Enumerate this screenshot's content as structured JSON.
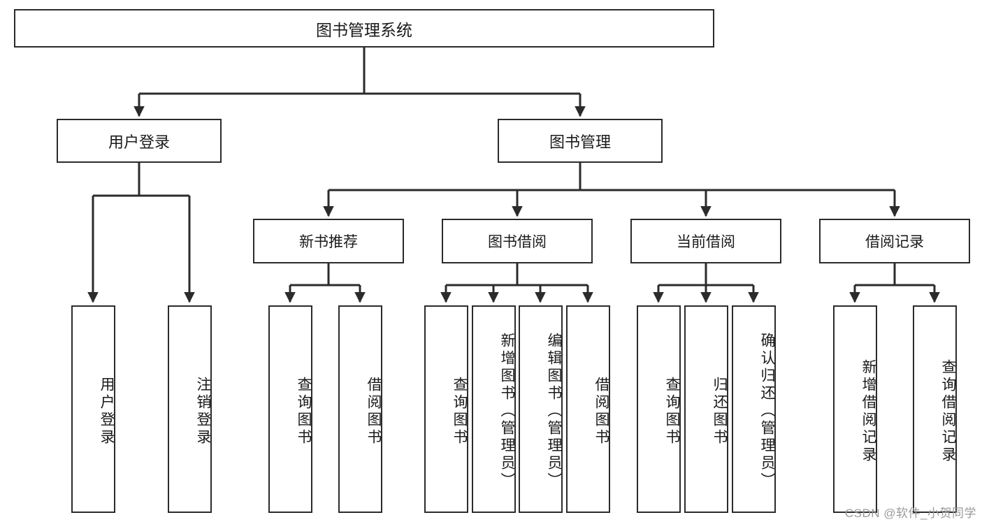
{
  "diagram": {
    "title": "图书管理系统",
    "type": "tree-hierarchy",
    "root": {
      "id": "root",
      "label": "图书管理系统"
    },
    "level2": [
      {
        "id": "user-login",
        "label": "用户登录"
      },
      {
        "id": "book-management",
        "label": "图书管理"
      }
    ],
    "level3": [
      {
        "id": "new-book-recommend",
        "label": "新书推荐",
        "parent": "book-management"
      },
      {
        "id": "book-borrow",
        "label": "图书借阅",
        "parent": "book-management"
      },
      {
        "id": "current-borrow",
        "label": "当前借阅",
        "parent": "book-management"
      },
      {
        "id": "borrow-record",
        "label": "借阅记录",
        "parent": "book-management"
      }
    ],
    "leaves": [
      {
        "id": "leaf-user-login",
        "label": "用户登录",
        "parent": "user-login"
      },
      {
        "id": "leaf-logout",
        "label": "注销登录",
        "parent": "user-login"
      },
      {
        "id": "leaf-query-book-1",
        "label": "查询图书",
        "parent": "new-book-recommend"
      },
      {
        "id": "leaf-borrow-book-1",
        "label": "借阅图书",
        "parent": "new-book-recommend"
      },
      {
        "id": "leaf-query-book-2",
        "label": "查询图书",
        "parent": "book-borrow"
      },
      {
        "id": "leaf-add-book",
        "label": "新增图书（管理员）",
        "parent": "book-borrow"
      },
      {
        "id": "leaf-edit-book",
        "label": "编辑图书（管理员）",
        "parent": "book-borrow"
      },
      {
        "id": "leaf-borrow-book-2",
        "label": "借阅图书",
        "parent": "book-borrow"
      },
      {
        "id": "leaf-query-book-3",
        "label": "查询图书",
        "parent": "current-borrow"
      },
      {
        "id": "leaf-return-book",
        "label": "归还图书",
        "parent": "current-borrow"
      },
      {
        "id": "leaf-confirm-return",
        "label": "确认归还（管理员）",
        "parent": "current-borrow"
      },
      {
        "id": "leaf-add-record",
        "label": "新增借阅记录",
        "parent": "borrow-record"
      },
      {
        "id": "leaf-query-record",
        "label": "查询借阅记录",
        "parent": "borrow-record"
      }
    ]
  },
  "watermark": {
    "text": "CSDN @软件_小贺同学"
  },
  "colors": {
    "box_border": "#2b2b2b",
    "box_fill": "#ffffff",
    "connector": "#2b2b2b",
    "text": "#1a1a1a",
    "watermark": "#9a9a9a",
    "background": "#ffffff"
  }
}
